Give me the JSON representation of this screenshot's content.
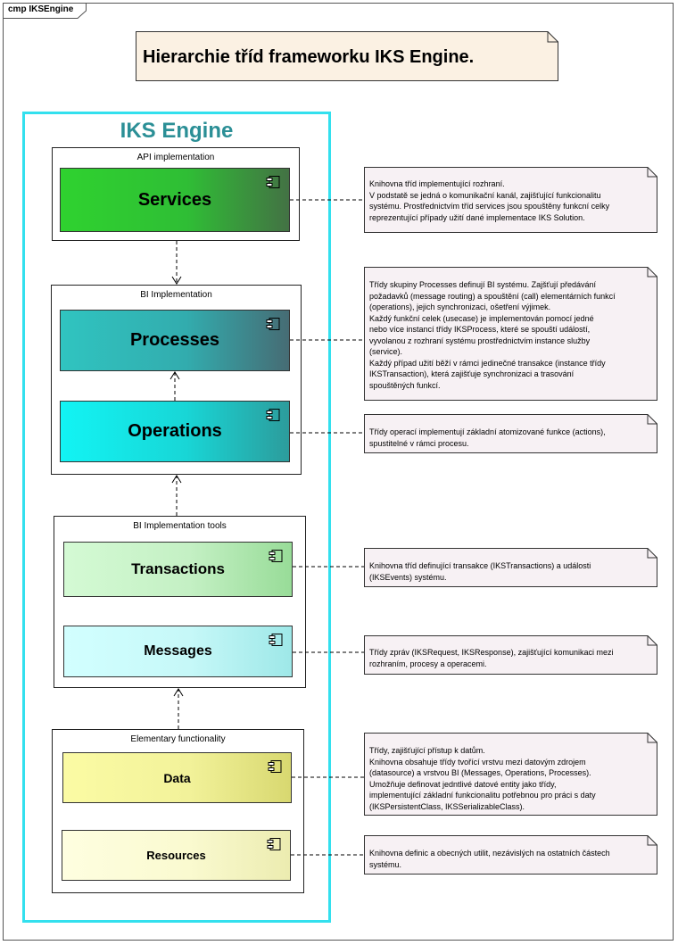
{
  "frame": {
    "label": "cmp IKSEngine"
  },
  "title": "Hierarchie tříd frameworku IKS Engine.",
  "engine": {
    "title": "IKS Engine"
  },
  "packages": {
    "api": "API implementation",
    "bi": "BI Implementation",
    "tools": "BI Implementation tools",
    "elementary": "Elementary functionality"
  },
  "components": {
    "services": "Services",
    "processes": "Processes",
    "operations": "Operations",
    "transactions": "Transactions",
    "messages": "Messages",
    "data": "Data",
    "resources": "Resources"
  },
  "notes": {
    "services": "Knihovna tříd implementující rozhraní.\nV podstatě se jedná o komunikační kanál, zajišťující funkcionalitu\nsystému. Prostřednictvím tříd services jsou spouštěny funkcní celky\nreprezentující případy užití dané implementace IKS Solution.",
    "processes": "Třídy skupiny Processes definují BI systému. Zajšťují předávání\npožadavků (message routing) a spouštění (call) elementárních funkcí\n(operations), jejich synchronizaci, ošetření výjimek.\nKaždý funkční celek (usecase) je implementován pomocí jedné\nnebo více instancí třídy IKSProcess, které se spouští událostí,\nvyvolanou z rozhraní systému prostřednictvím instance služby\n(service).\nKaždý případ užití běží v rámci jedinečné transakce (instance třídy\nIKSTransaction), která zajišťuje synchronizaci a trasování\nspouštěných funkcí.",
    "operations": "Třídy operací implementují základní atomizované funkce (actions),\nspustitelné v rámci procesu.",
    "transactions": "Knihovna tříd definující transakce (IKSTransactions) a události\n(IKSEvents) systému.",
    "messages": "Třídy zpráv (IKSRequest, IKSResponse), zajišťující komunikaci mezi\nrozhraním, procesy a operacemi.",
    "data": "Třídy, zajišťující přístup k datům.\nKnihovna obsahuje třídy tvořící vrstvu mezi datovým zdrojem\n(datasource) a vrstvou BI (Messages, Operations, Processes).\nUmožňuje definovat jedntlivé datové entity jako třídy,\nimplementující základní funkcionalitu potřebnou pro práci s daty\n(IKSPersistentClass, IKSSerializableClass).",
    "resources": "Knihovna definic a obecných utilit, nezávislých na ostatních částech\nsystému."
  },
  "colors": {
    "engine_border": "#33e0ee",
    "engine_title": "#2b8f96",
    "note_fill": "#f7f1f4",
    "title_fill": "#fbf1e3"
  }
}
